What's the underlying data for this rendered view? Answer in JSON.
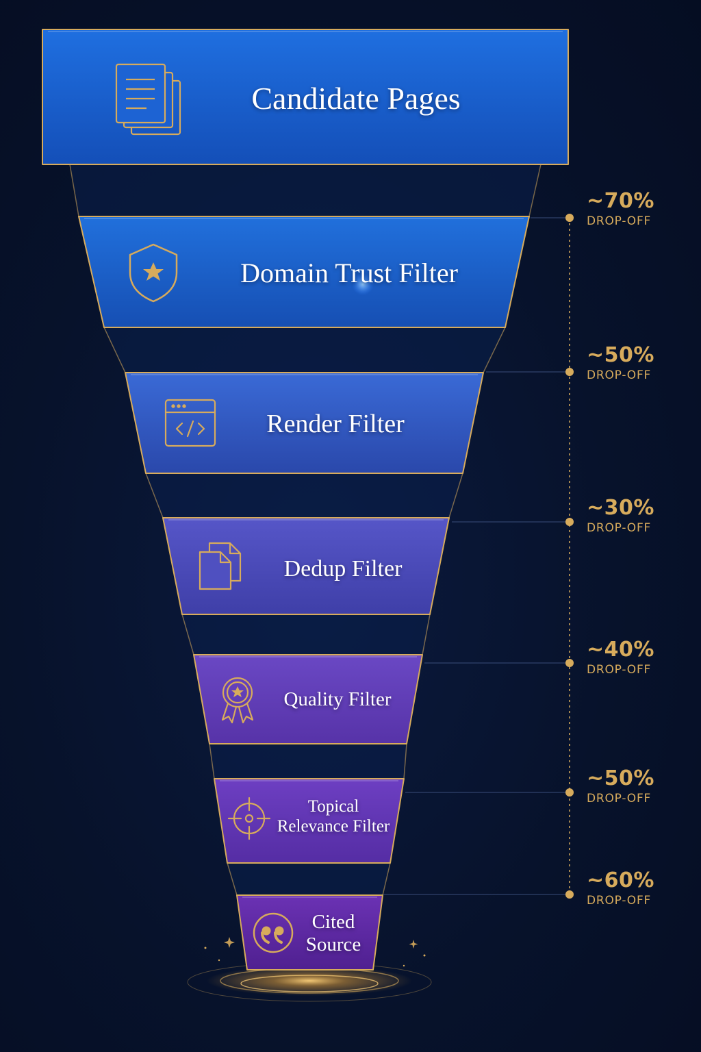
{
  "stages": [
    {
      "label": "Candidate Pages",
      "icon": "document-stack-icon"
    },
    {
      "label": "Domain Trust Filter",
      "icon": "shield-star-icon"
    },
    {
      "label": "Render Filter",
      "icon": "browser-code-icon"
    },
    {
      "label": "Dedup Filter",
      "icon": "duplicate-files-icon"
    },
    {
      "label": "Quality Filter",
      "icon": "award-ribbon-icon"
    },
    {
      "label": "Topical\nRelevance Filter",
      "icon": "target-crosshair-icon"
    },
    {
      "label": "Cited\nSource",
      "icon": "quote-icon"
    }
  ],
  "dropoffs": [
    {
      "percent": "~70%",
      "label": "DROP-OFF"
    },
    {
      "percent": "~50%",
      "label": "DROP-OFF"
    },
    {
      "percent": "~30%",
      "label": "DROP-OFF"
    },
    {
      "percent": "~40%",
      "label": "DROP-OFF"
    },
    {
      "percent": "~50%",
      "label": "DROP-OFF"
    },
    {
      "percent": "~60%",
      "label": "DROP-OFF"
    }
  ],
  "colors": {
    "gold": "#d7ab5c",
    "stage_top": "#1f68d8",
    "stage_bottom": "#6a2fb0",
    "background": "#07122b"
  }
}
